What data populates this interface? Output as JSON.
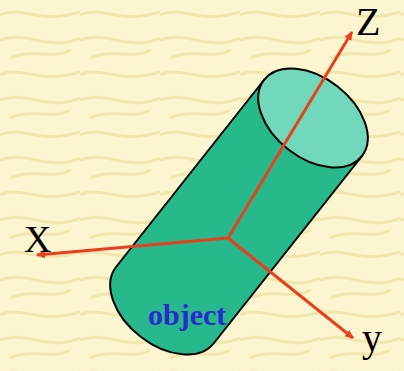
{
  "diagram": {
    "labels": [
      "Z",
      "X",
      "y",
      "object"
    ]
  }
}
